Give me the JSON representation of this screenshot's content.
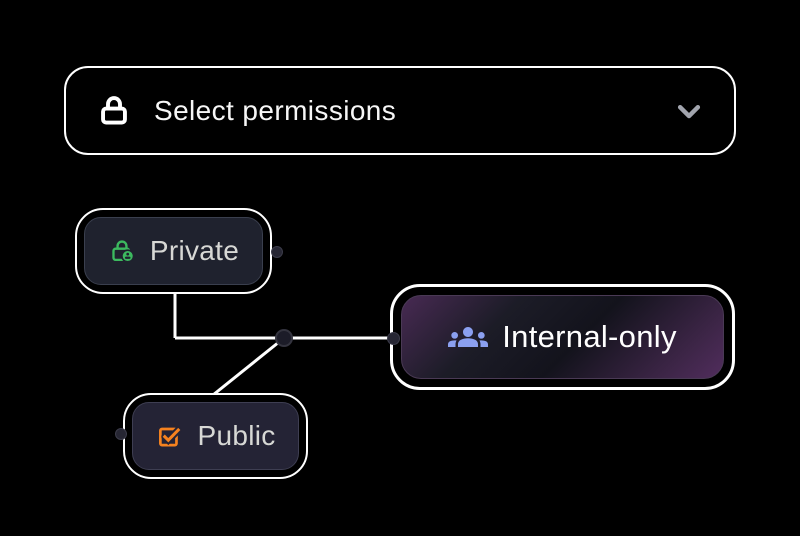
{
  "canvas": {
    "background": "#000000"
  },
  "dropdown": {
    "label": "Select permissions",
    "icon": "lock-icon",
    "chevron_icon": "chevron-down-icon",
    "border_color": "#ffffff",
    "text_color": "#f7f7f7"
  },
  "nodes": [
    {
      "id": "private",
      "label": "Private",
      "icon": "lock-person-icon",
      "icon_color": "#3cba5f",
      "selected": false
    },
    {
      "id": "internal-only",
      "label": "Internal-only",
      "icon": "people-group-icon",
      "icon_color": "#8ba0f0",
      "selected": true
    },
    {
      "id": "public",
      "label": "Public",
      "icon": "checkbox-checked-icon",
      "icon_color": "#f6821f",
      "selected": false
    }
  ],
  "colors": {
    "wire": "#ffffff",
    "chevron": "#a2a5ae",
    "node_bg_dark": "#1f222e",
    "node_bg_public": "#242335",
    "selected_gradient_purple": "#512d5d",
    "selected_gradient_dark": "#13131c",
    "port_fill": "#262633",
    "junction_fill": "#1c1c28"
  }
}
